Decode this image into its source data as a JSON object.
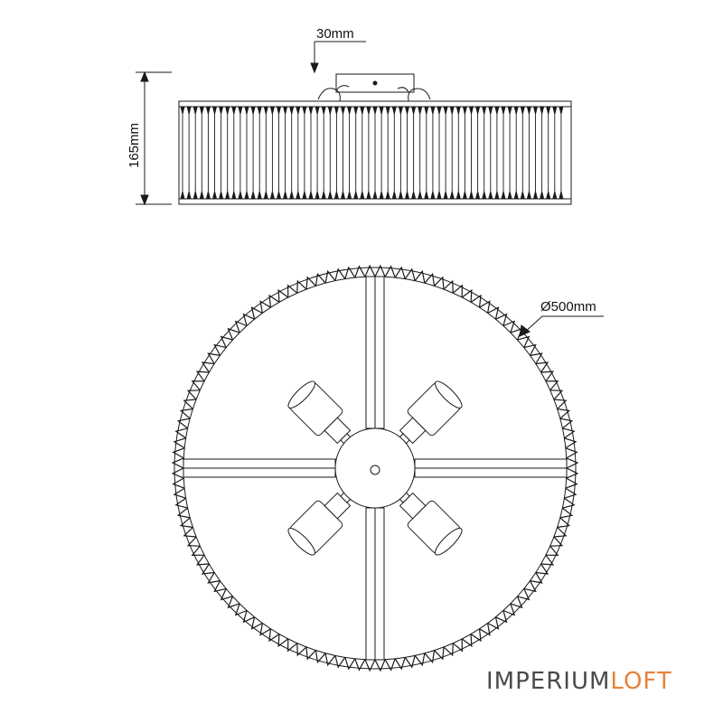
{
  "dimensions": {
    "mount_depth": "30mm",
    "height": "165mm",
    "diameter": "Ø500mm"
  },
  "brand": {
    "part1": "IMPERIUM",
    "part2": "LOFT",
    "color1": "#4a4a4a",
    "color2": "#e8833a"
  },
  "colors": {
    "line": "#1a1a1a"
  }
}
